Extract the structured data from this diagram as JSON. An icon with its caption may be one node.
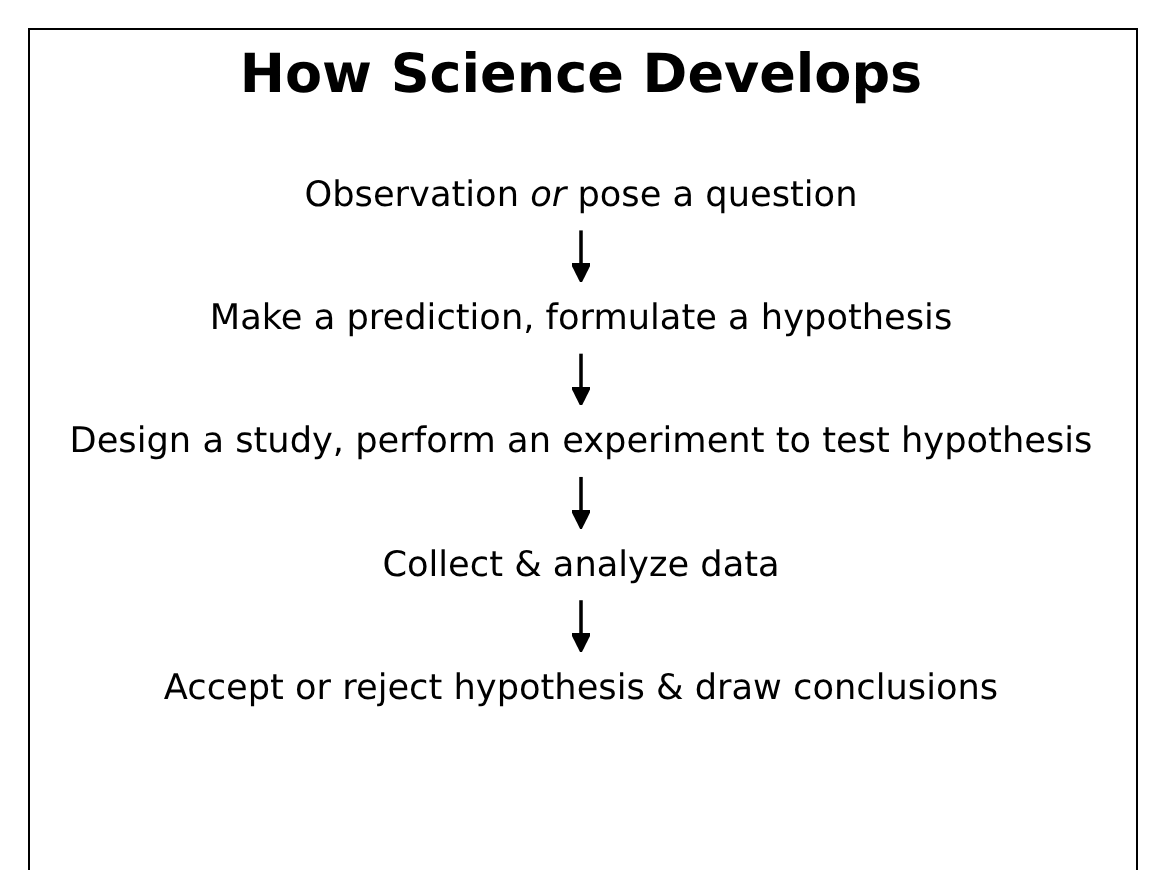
{
  "diagram": {
    "title": "How Science Develops",
    "nodes": [
      {
        "text": [
          "Observation *or* pose a question"
        ]
      },
      {
        "text": [
          "Make a prediction, formulate a hypothesis"
        ]
      },
      {
        "text": [
          "Design a study, perform an experiment to test hypothesis"
        ]
      },
      {
        "text": [
          "Collect & analyze data"
        ]
      },
      {
        "text": [
          "Accept or reject hypothesis & draw conclusions"
        ]
      }
    ],
    "edges": [
      {
        "from": 0,
        "to": 1,
        "arrow": "to"
      },
      {
        "from": 1,
        "to": 2,
        "arrow": "to"
      },
      {
        "from": 2,
        "to": 3,
        "arrow": "to"
      },
      {
        "from": 3,
        "to": 4,
        "arrow": "to"
      }
    ]
  }
}
